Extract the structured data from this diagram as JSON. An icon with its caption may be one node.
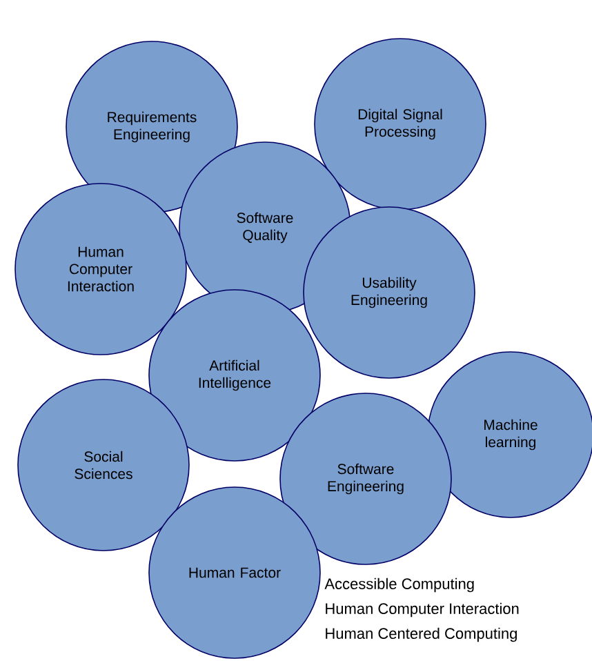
{
  "diagram": {
    "nodes": [
      {
        "text": [
          "Requirements Engineering"
        ]
      },
      {
        "text": [
          "Digital Signal Processing"
        ]
      },
      {
        "text": [
          "Software Quality"
        ]
      },
      {
        "text": [
          "Human Computer Interaction"
        ]
      },
      {
        "text": [
          "Usability Engineering"
        ]
      },
      {
        "text": [
          "Artificial Intelligence"
        ]
      },
      {
        "text": [
          "Machine learning"
        ]
      },
      {
        "text": [
          "Social Sciences"
        ]
      },
      {
        "text": [
          "Software Engineering"
        ]
      },
      {
        "text": [
          "Human Factor"
        ]
      }
    ],
    "labels": [
      "Accessible Computing",
      "Human Computer Interaction",
      "Human Centered Computing"
    ]
  }
}
